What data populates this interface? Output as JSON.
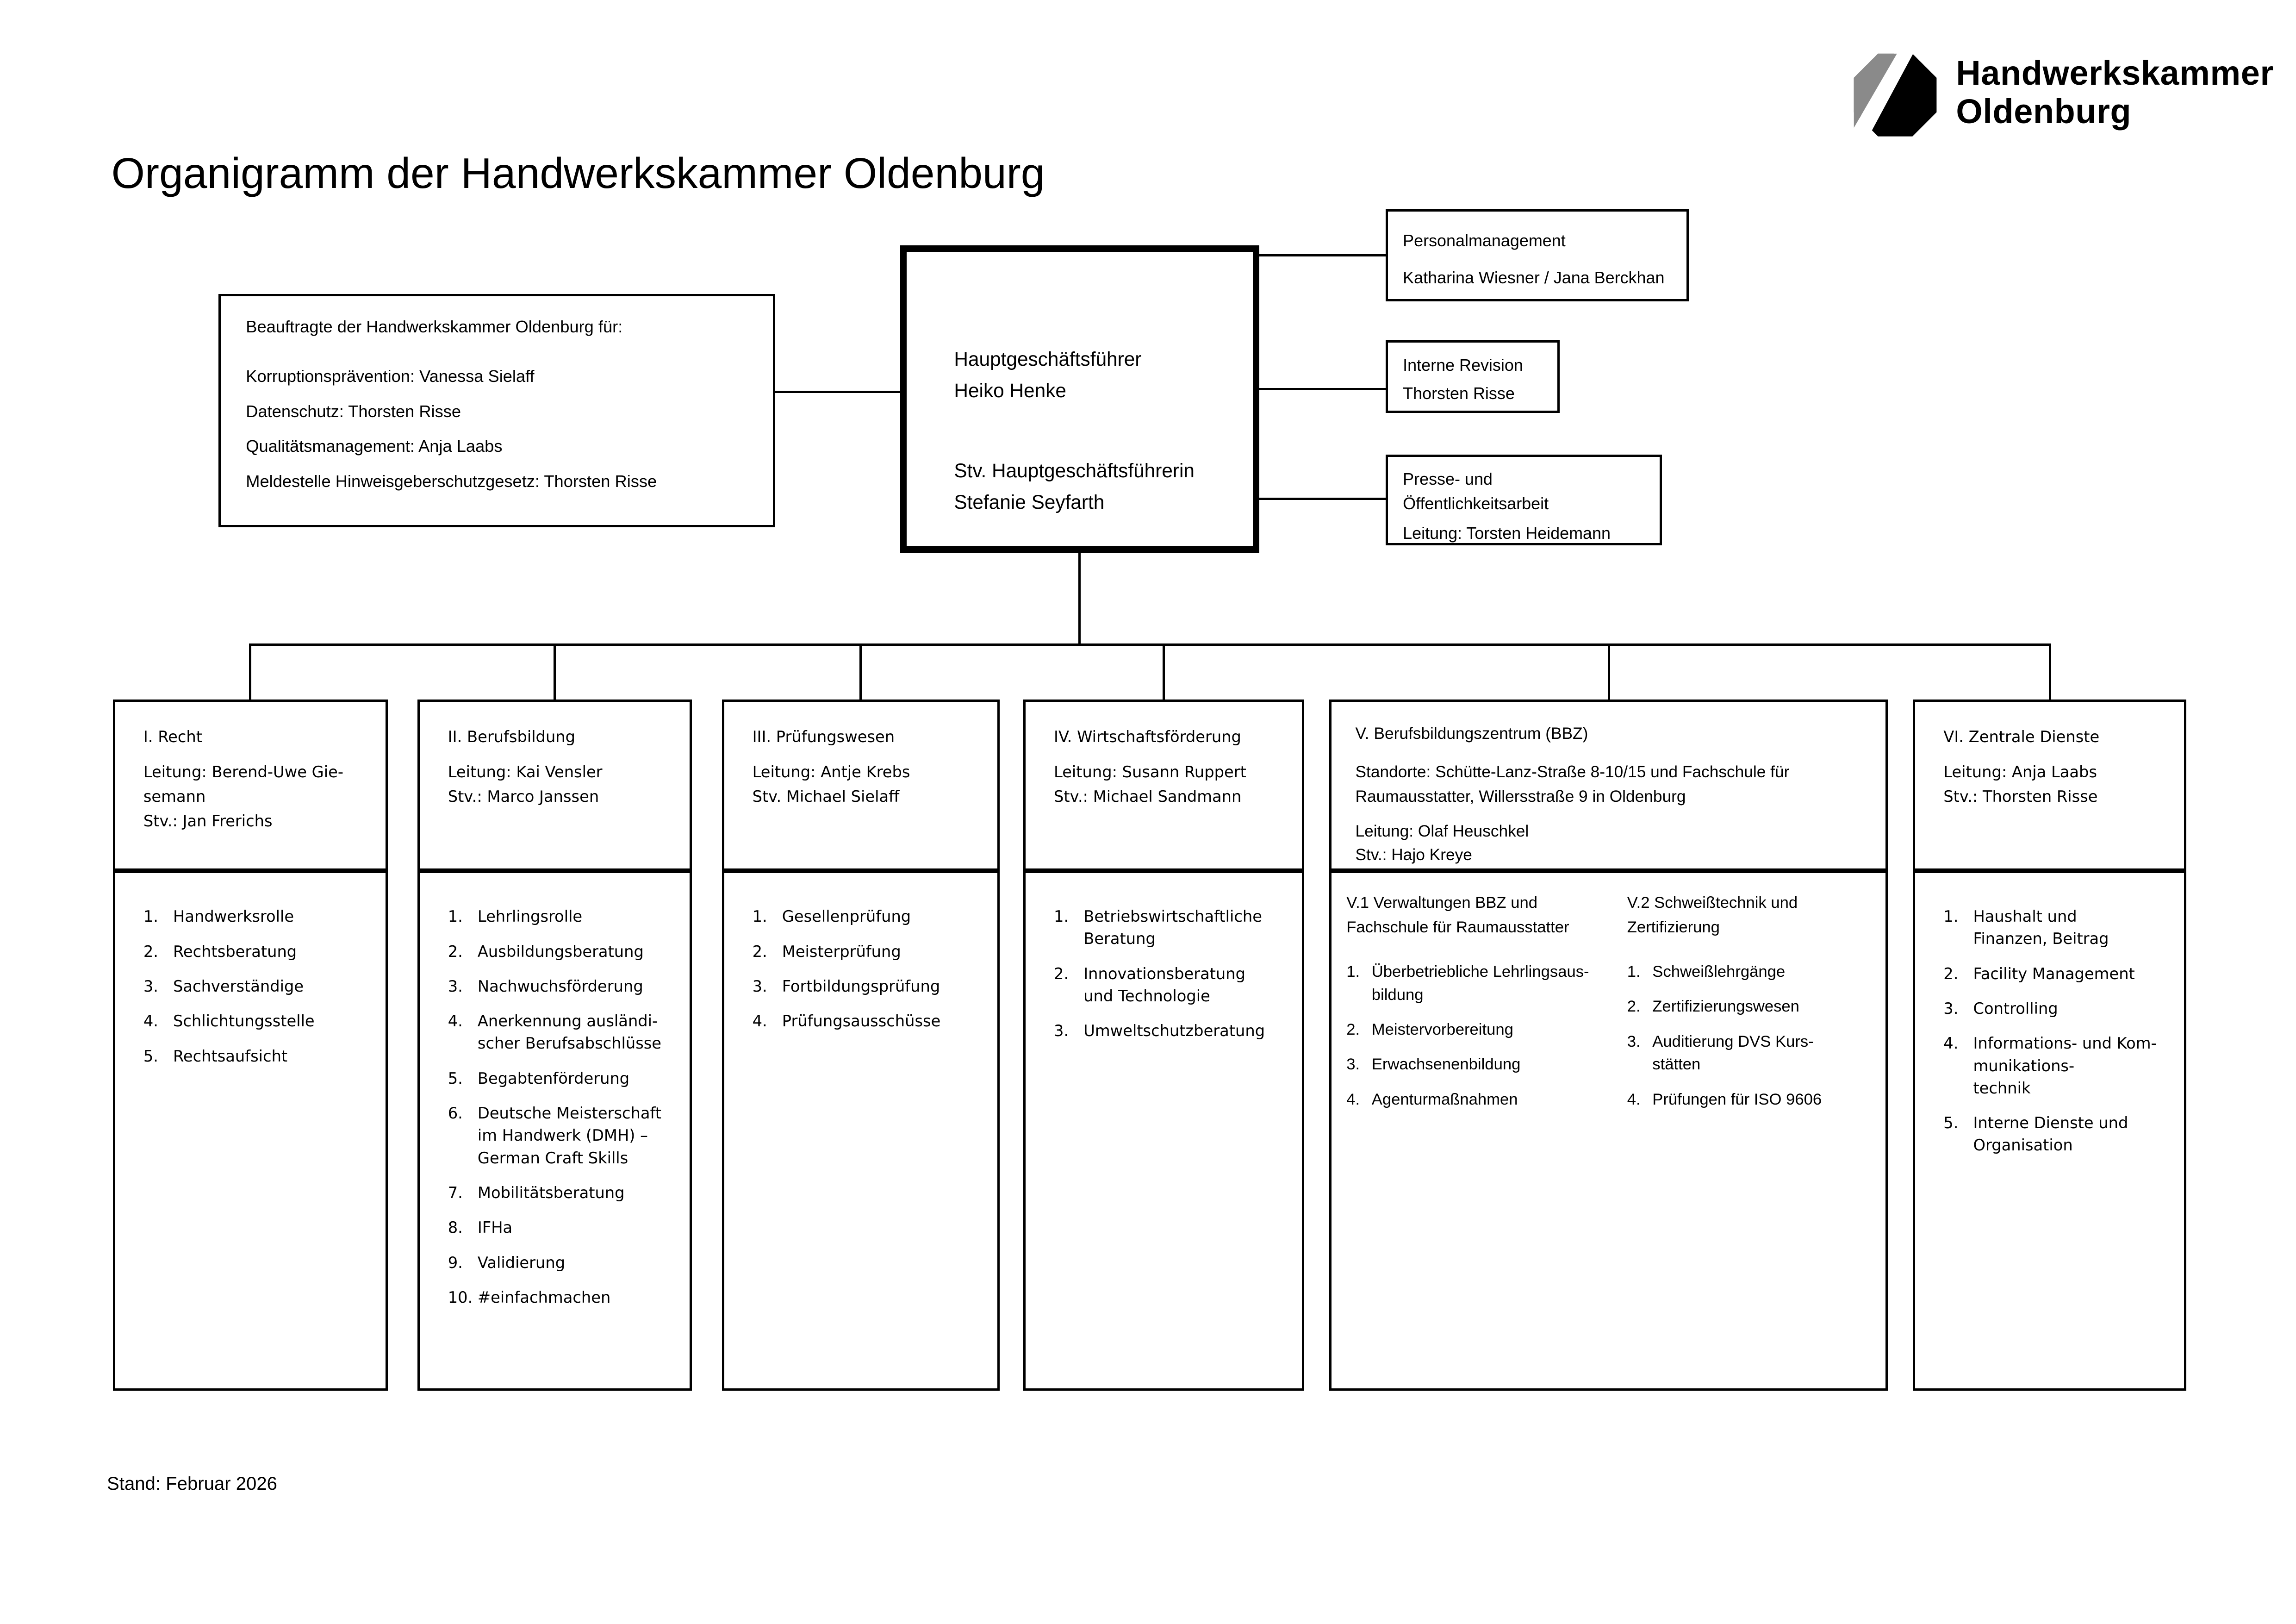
{
  "meta": {
    "title": "Organigramm der Handwerkskammer Oldenburg",
    "stand": "Stand: Februar 2026"
  },
  "logo": {
    "line1": "Handwerkskammer",
    "line2": "Oldenburg",
    "colors": {
      "black": "#000000",
      "gray": "#8a8a8a",
      "white": "#ffffff"
    }
  },
  "beauftragte": {
    "title": "Beauftragte der Handwerkskammer Oldenburg für:",
    "items": [
      "Korruptionsprävention: Vanessa Sielaff",
      "Datenschutz: Thorsten Risse",
      "Qualitätsmanagement: Anja Laabs",
      "Meldestelle Hinweisgeberschutzgesetz: Thorsten Risse"
    ]
  },
  "management": {
    "role1": "Hauptgeschäftsführer",
    "name1": "Heiko Henke",
    "role2": "Stv. Hauptgeschäftsführerin",
    "name2": "Stefanie Seyfarth"
  },
  "staff_units": {
    "personalmanagement": {
      "line1": "Personalmanagement",
      "line2": "Katharina Wiesner / Jana Berckhan"
    },
    "interne_revision": {
      "line1": "Interne Revision",
      "line2": "Thorsten Risse"
    },
    "presse": {
      "line1": "Presse- und\nÖffentlichkeitsarbeit",
      "line2": "Leitung: Torsten Heidemann"
    }
  },
  "departments": [
    {
      "title": "I. Recht",
      "leitung": "Leitung: Berend-Uwe Gie-\nsemann",
      "stv": "Stv.: Jan Frerichs",
      "items": [
        "Handwerksrolle",
        "Rechtsberatung",
        "Sachverständige",
        "Schlichtungsstelle",
        "Rechtsaufsicht"
      ]
    },
    {
      "title": "II. Berufsbildung",
      "leitung": "Leitung: Kai Vensler",
      "stv": "Stv.: Marco Janssen",
      "items": [
        "Lehrlingsrolle",
        "Ausbildungsberatung",
        "Nachwuchsförderung",
        "Anerkennung ausländi-\nscher Berufsabschlüsse",
        "Begabtenförderung",
        "Deutsche Meisterschaft\nim Handwerk (DMH) –\nGerman Craft Skills",
        "Mobilitätsberatung",
        "IFHa",
        "Validierung",
        "#einfachmachen"
      ]
    },
    {
      "title": "III. Prüfungswesen",
      "leitung": "Leitung: Antje Krebs",
      "stv": "Stv. Michael Sielaff",
      "items": [
        "Gesellenprüfung",
        "Meisterprüfung",
        "Fortbildungsprüfung",
        "Prüfungsausschüsse"
      ]
    },
    {
      "title": "IV. Wirtschaftsförderung",
      "leitung": "Leitung: Susann Ruppert",
      "stv": "Stv.: Michael Sandmann",
      "items": [
        "Betriebswirtschaftliche\nBeratung",
        "Innovationsberatung\nund Technologie",
        "Umweltschutzberatung"
      ]
    },
    {
      "title": "V. Berufsbildungszentrum (BBZ)",
      "standorte": "Standorte: Schütte-Lanz-Straße 8-10/15 und Fachschule für\nRaumausstatter, Willersstraße 9 in Oldenburg",
      "leitung": "Leitung: Olaf Heuschkel",
      "stv": "Stv.: Hajo Kreye",
      "sub": [
        {
          "heading": "V.1 Verwaltungen BBZ und\nFachschule für Raumausstatter",
          "items": [
            "Überbetriebliche Lehrlingsaus-\nbildung",
            "Meistervorbereitung",
            "Erwachsenenbildung",
            "Agenturmaßnahmen"
          ]
        },
        {
          "heading": "V.2 Schweißtechnik und\nZertifizierung",
          "items": [
            "Schweißlehrgänge",
            "Zertifizierungswesen",
            "Auditierung DVS Kurs-\nstätten",
            "Prüfungen für ISO 9606"
          ]
        }
      ]
    },
    {
      "title": "VI. Zentrale Dienste",
      "leitung": "Leitung: Anja Laabs",
      "stv": "Stv.: Thorsten Risse",
      "items": [
        "Haushalt und\nFinanzen, Beitrag",
        "Facility Management",
        "Controlling",
        "Informations- und Kom-\nmunikations-\ntechnik",
        "Interne Dienste und\nOrganisation"
      ]
    }
  ]
}
